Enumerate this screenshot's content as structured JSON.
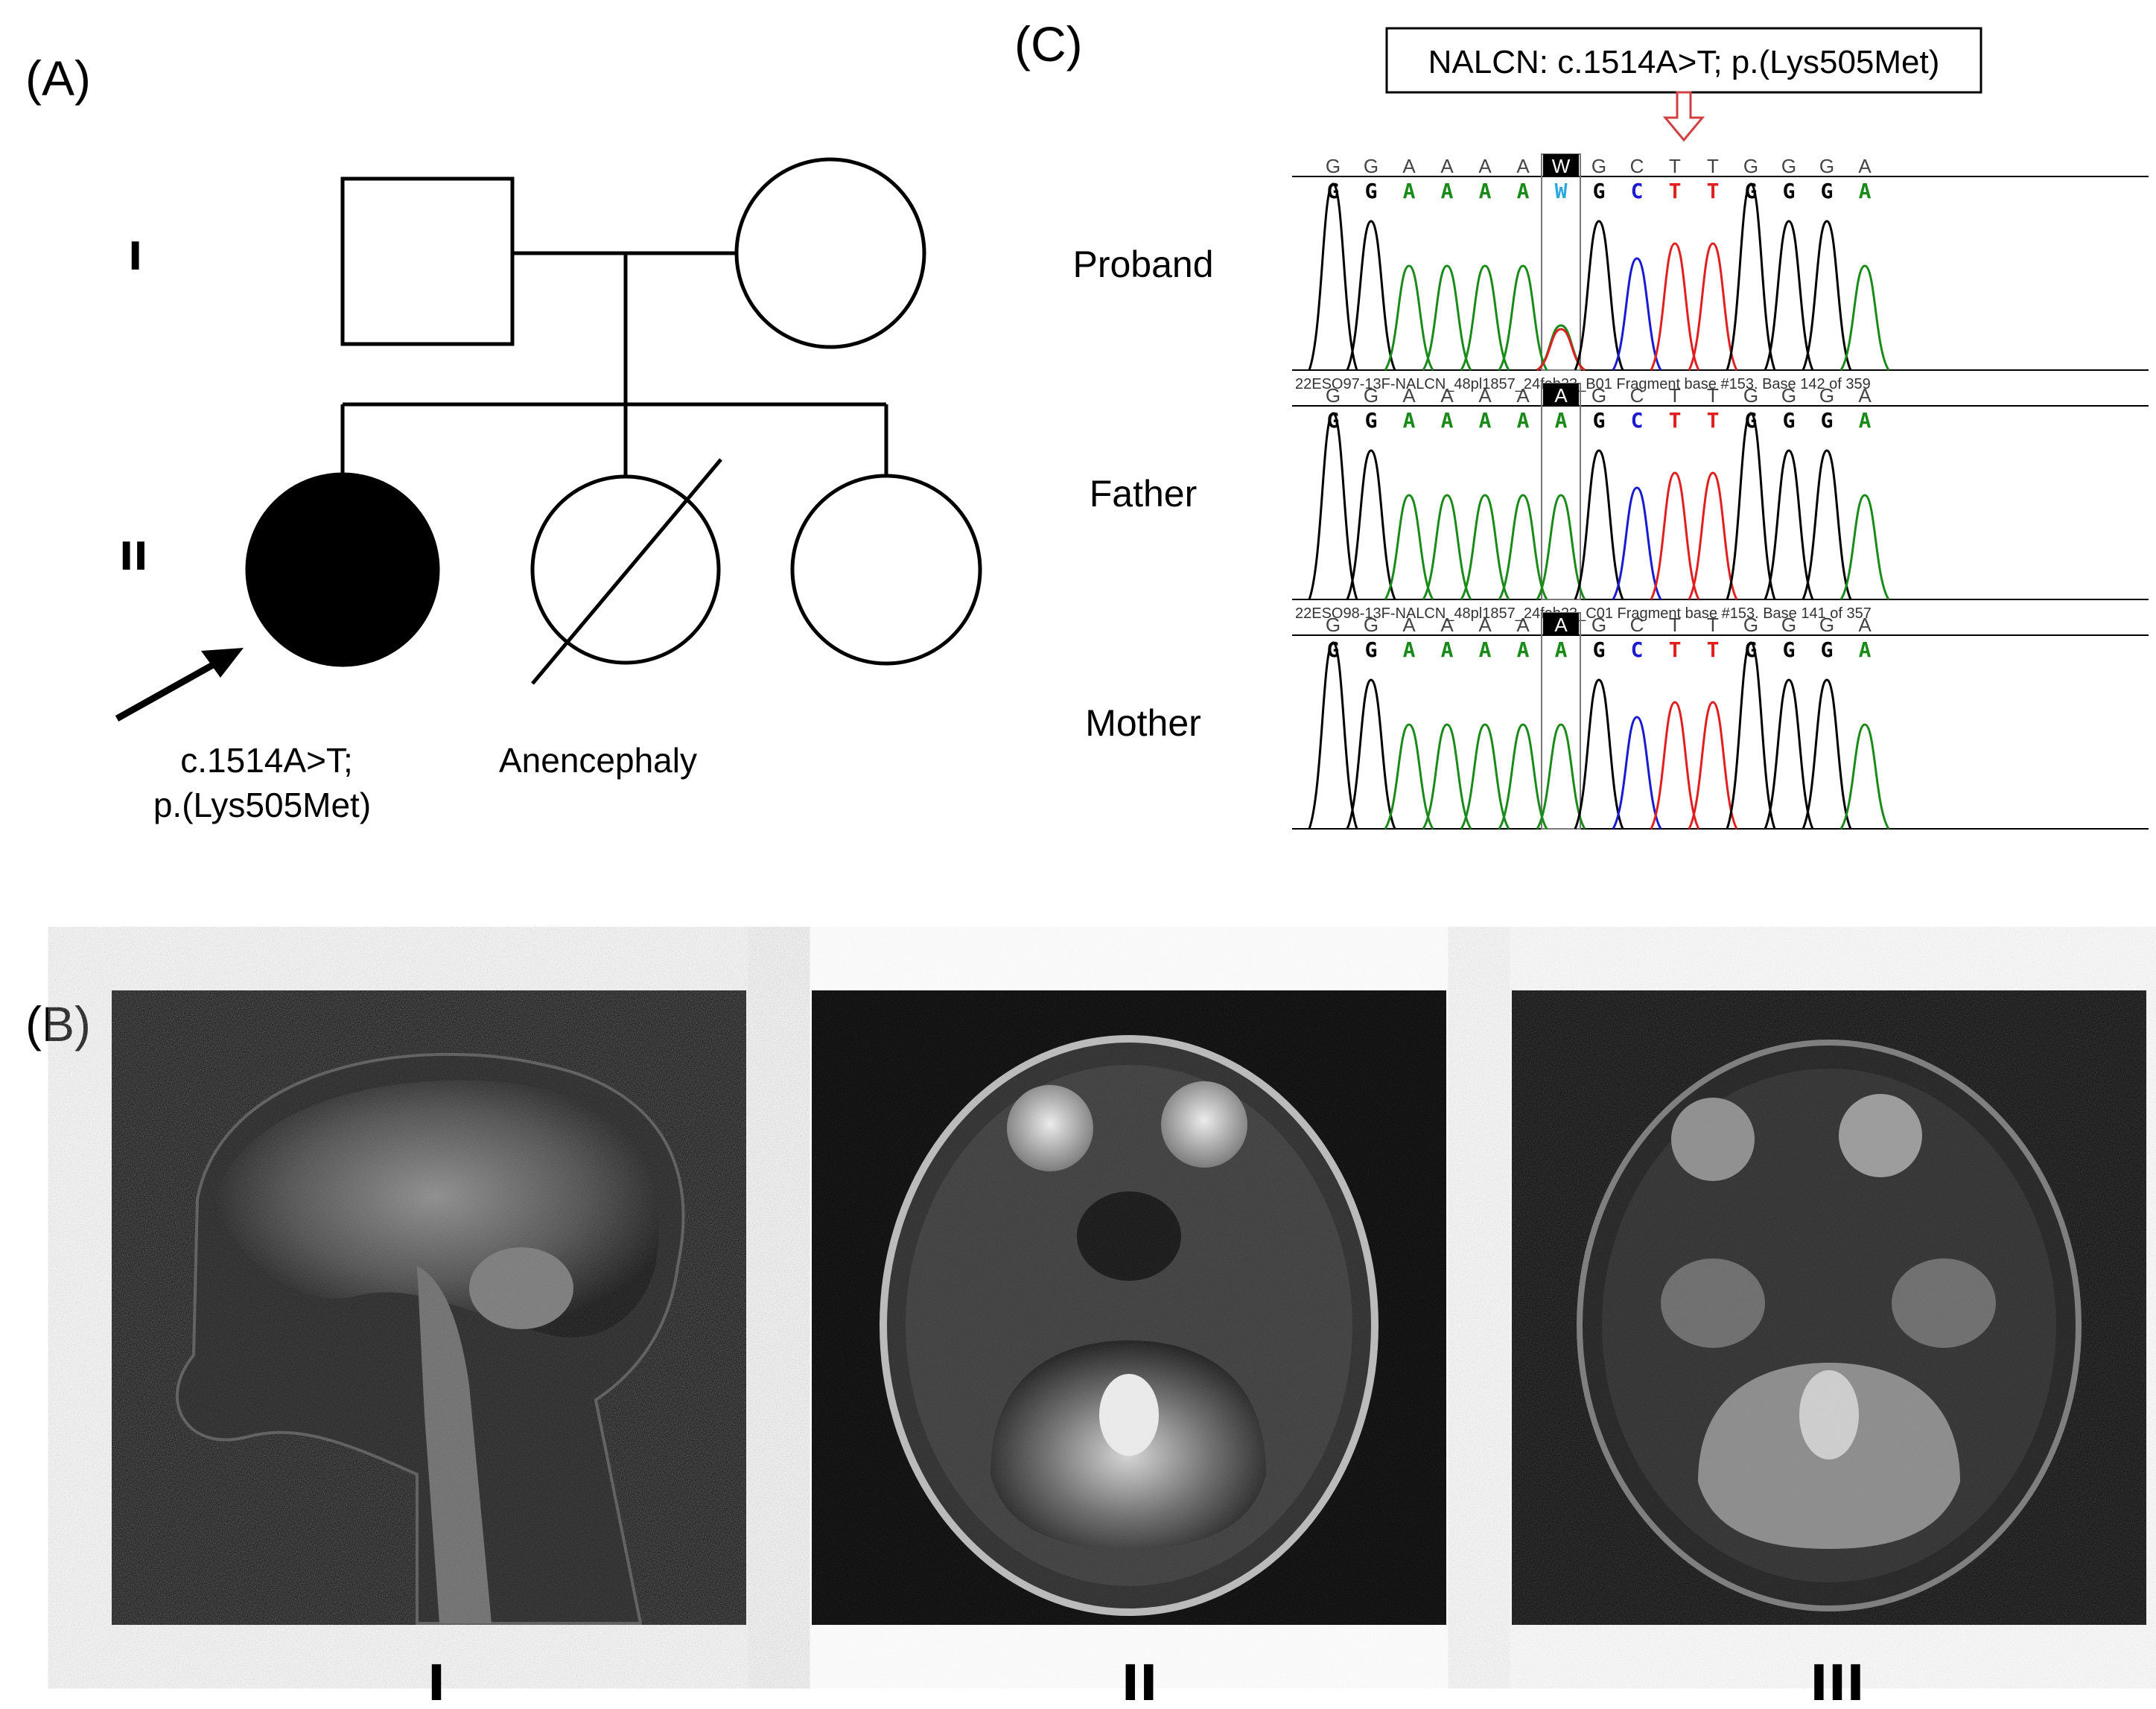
{
  "panels": {
    "a_label": "(A)",
    "b_label": "(B)",
    "c_label": "(C)"
  },
  "pedigree": {
    "generation_labels": [
      "I",
      "II"
    ],
    "proband_variant": [
      "c.1514A>T;",
      "p.(Lys505Met)"
    ],
    "sibling_note": "Anencephaly"
  },
  "mri": {
    "labels": [
      "I",
      "II",
      "III"
    ]
  },
  "sanger": {
    "variant_box": "NALCN: c.1514A>T; p.(Lys505Met)",
    "tracks": [
      {
        "name": "Proband",
        "reference": [
          "G",
          "G",
          "A",
          "A",
          "A",
          "A",
          "W",
          "G",
          "C",
          "T",
          "T",
          "G",
          "G",
          "G",
          "A"
        ],
        "called": [
          "G",
          "G",
          "A",
          "A",
          "A",
          "A",
          "W",
          "G",
          "C",
          "T",
          "T",
          "G",
          "G",
          "G",
          "A"
        ],
        "header": ""
      },
      {
        "name": "Father",
        "reference": [
          "G",
          "G",
          "A",
          "A",
          "A",
          "A",
          "A",
          "G",
          "C",
          "T",
          "T",
          "G",
          "G",
          "G",
          "A"
        ],
        "called": [
          "G",
          "G",
          "A",
          "A",
          "A",
          "A",
          "A",
          "G",
          "C",
          "T",
          "T",
          "G",
          "G",
          "G",
          "A"
        ],
        "header": "22ESO97-13F-NALCN_48pl1857_24feb23_B01 Fragment base #153. Base 142 of 359"
      },
      {
        "name": "Mother",
        "reference": [
          "G",
          "G",
          "A",
          "A",
          "A",
          "A",
          "A",
          "G",
          "C",
          "T",
          "T",
          "G",
          "G",
          "G",
          "A"
        ],
        "called": [
          "G",
          "G",
          "A",
          "A",
          "A",
          "A",
          "A",
          "G",
          "C",
          "T",
          "T",
          "G",
          "G",
          "G",
          "A"
        ],
        "header": "22ESO98-13F-NALCN_48pl1857_24feb23_C01 Fragment base #153. Base 141 of 357"
      }
    ],
    "highlight_index": 6,
    "base_colors": {
      "G": "#000000",
      "A": "#1a8a1a",
      "C": "#1a1ad0",
      "T": "#e02020",
      "W": "#2aa8e0"
    }
  }
}
